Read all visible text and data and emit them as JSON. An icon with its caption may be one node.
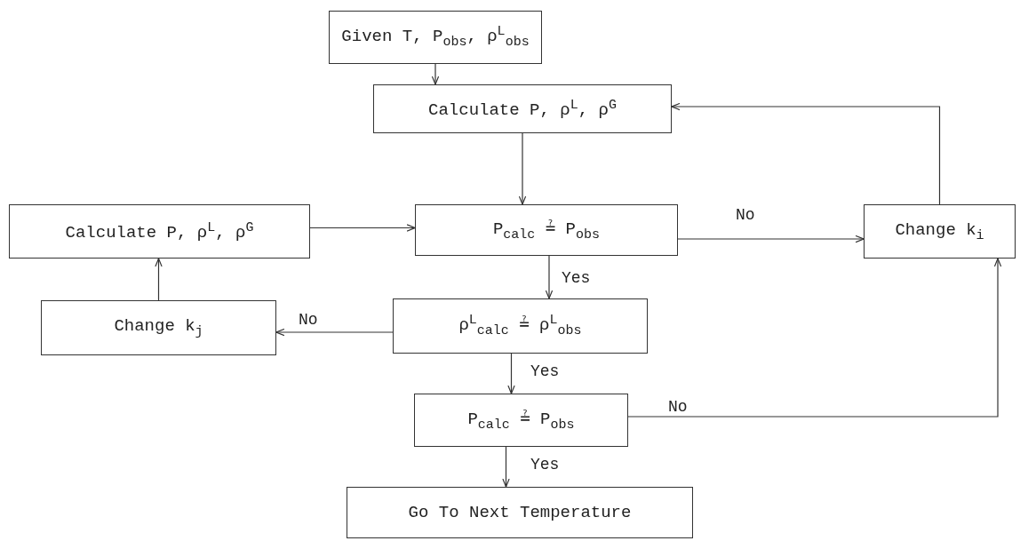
{
  "diagram": {
    "nodes": [
      {
        "text": [
          "Given T, P$_{obs}$, ρ$^{L}$$_{obs}$"
        ]
      },
      {
        "text": [
          "Calculate P, ρ$^{L}$, ρ$^{G}$"
        ]
      },
      {
        "text": [
          "P$_{calc}$ ≟ P$_{obs}$"
        ]
      },
      {
        "text": [
          "Calculate P, ρ$^{L}$, ρ$^{G}$"
        ]
      },
      {
        "text": [
          "Change k$_{i}$"
        ]
      },
      {
        "text": [
          "Change k$_{j}$"
        ]
      },
      {
        "text": [
          "ρ$^{L}$$_{calc}$ ≟ ρ$^{L}$$_{obs}$"
        ]
      },
      {
        "text": [
          "P$_{calc}$ ≟ P$_{obs}$"
        ]
      },
      {
        "text": [
          "Go To Next Temperature"
        ]
      }
    ],
    "edges": [
      {
        "from": 0,
        "to": 1,
        "arrow": "to"
      },
      {
        "from": 1,
        "to": 2,
        "arrow": "to"
      },
      {
        "from": 2,
        "to": 4,
        "arrow": "to",
        "label": "No"
      },
      {
        "from": 4,
        "to": 1,
        "arrow": "to"
      },
      {
        "from": 2,
        "to": 6,
        "arrow": "to",
        "label": "Yes"
      },
      {
        "from": 6,
        "to": 5,
        "arrow": "to",
        "label": "No"
      },
      {
        "from": 5,
        "to": 3,
        "arrow": "to"
      },
      {
        "from": 3,
        "to": 2,
        "arrow": "to"
      },
      {
        "from": 6,
        "to": 7,
        "arrow": "to",
        "label": "Yes"
      },
      {
        "from": 7,
        "to": 4,
        "arrow": "to",
        "label": "No"
      },
      {
        "from": 7,
        "to": 8,
        "arrow": "to",
        "label": "Yes"
      }
    ]
  }
}
